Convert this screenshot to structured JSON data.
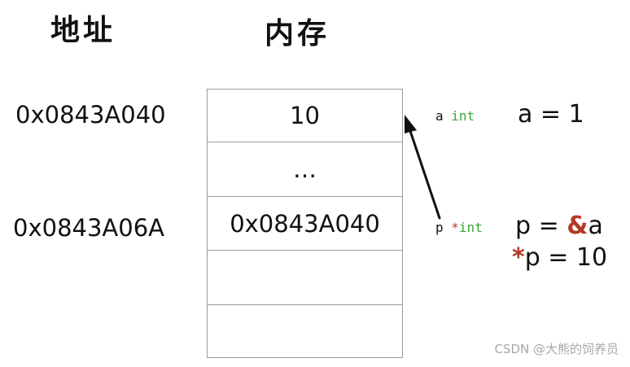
{
  "headings": {
    "address": "地址",
    "memory": "内存"
  },
  "addresses": {
    "a": "0x0843A040",
    "p": "0x0843A06A"
  },
  "memory_cells": [
    "10",
    "…",
    "0x0843A040",
    "",
    ""
  ],
  "variables": {
    "a": {
      "name": "a",
      "type": "int",
      "star": ""
    },
    "p": {
      "name": "p",
      "type": "int",
      "star": "*"
    }
  },
  "expressions": {
    "a_assign": {
      "prefix": "a = ",
      "op": "",
      "suffix": "1"
    },
    "p_assign": {
      "prefix": "p = ",
      "op": "&",
      "suffix": "a"
    },
    "deref_assign": {
      "prefix": "",
      "op": "*",
      "suffix": "p = 10"
    }
  },
  "colors": {
    "type_green": "#3aa535",
    "operator_red": "#b03a22",
    "cell_border": "#9a9a9a",
    "arrow": "#111111"
  },
  "watermark": "CSDN @大熊的饲养员"
}
